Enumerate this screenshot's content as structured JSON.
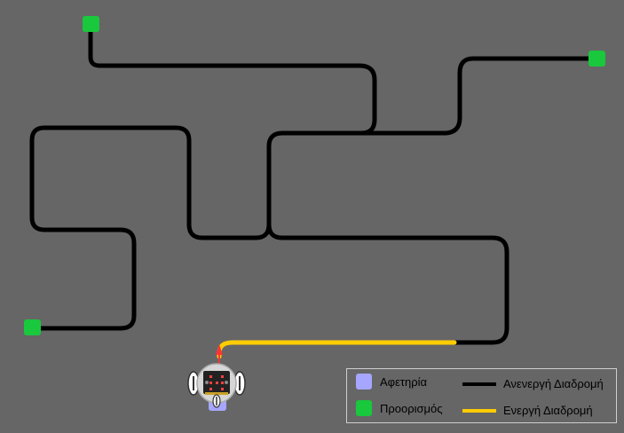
{
  "legend": {
    "start_label": "Αφετηρία",
    "destination_label": "Προορισμός",
    "inactive_label": "Ανενεργή Διαδρομή",
    "active_label": "Ενεργή Διαδρομή"
  },
  "colors": {
    "background": "#666666",
    "start": "#a6a6ff",
    "destination": "#19c83c",
    "inactive_route": "#000000",
    "active_route": "#ffcc00",
    "robot_marker": "#ff3333"
  },
  "icons": {
    "robot": "microbit-robot-icon",
    "start": "start-marker-icon",
    "destination": "destination-marker-icon"
  }
}
